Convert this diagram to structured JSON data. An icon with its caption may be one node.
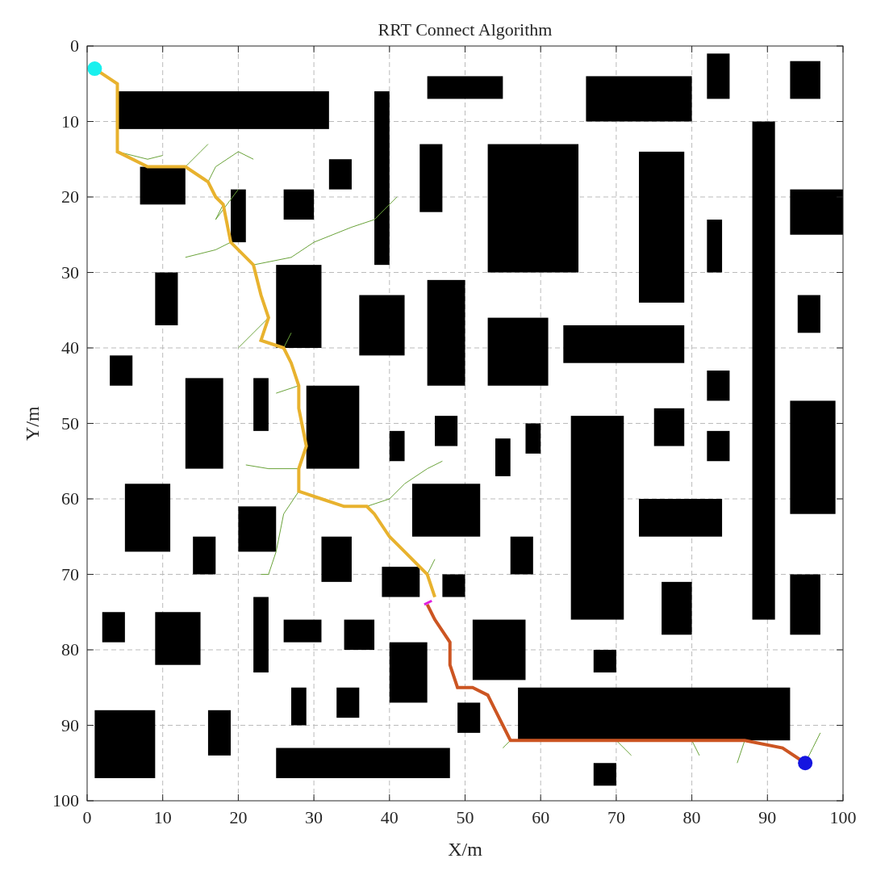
{
  "diagram": {
    "title": "RRT Connect Algorithm",
    "labels": [
      "0",
      "10",
      "20",
      "30",
      "40",
      "50",
      "60",
      "70",
      "80",
      "90",
      "100",
      "Y/m",
      "0",
      "10",
      "20",
      "30",
      "40",
      "50",
      "60",
      "70",
      "80",
      "90",
      "100",
      "X/m"
    ]
  }
}
